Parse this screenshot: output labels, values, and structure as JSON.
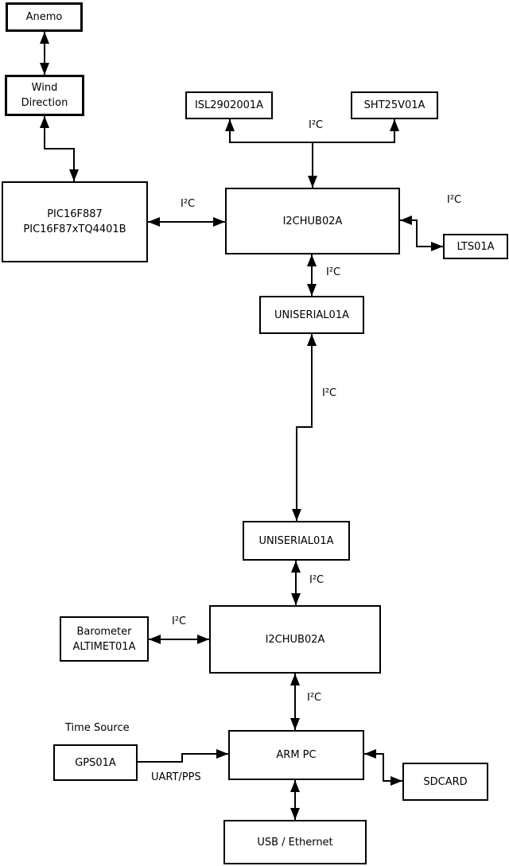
{
  "diagram": {
    "nodes": {
      "anemo": {
        "label": "Anemo"
      },
      "wind_direction": {
        "label": "Wind\nDirection"
      },
      "pic": {
        "label": "PIC16F887\nPIC16F87xTQ4401B"
      },
      "isl": {
        "label": "ISL2902001A"
      },
      "sht": {
        "label": "SHT25V01A"
      },
      "i2chub_top": {
        "label": "I2CHUB02A"
      },
      "lts": {
        "label": "LTS01A"
      },
      "uniserial_top": {
        "label": "UNISERIAL01A"
      },
      "uniserial_bottom": {
        "label": "UNISERIAL01A"
      },
      "barometer": {
        "label": "Barometer\nALTIMET01A"
      },
      "i2chub_bottom": {
        "label": "I2CHUB02A"
      },
      "arm_pc": {
        "label": "ARM PC"
      },
      "gps": {
        "label": "GPS01A"
      },
      "sdcard": {
        "label": "SDCARD"
      },
      "usb_ethernet": {
        "label": "USB / Ethernet"
      }
    },
    "edge_labels": {
      "i2c_sensors": "I²C",
      "i2c_pic": "I²C",
      "i2c_lts": "I²C",
      "i2c_hub_serial": "I²C",
      "i2c_long": "I²C",
      "i2c_serial_hub2": "I²C",
      "i2c_barometer": "I²C",
      "i2c_armpc": "I²C",
      "uart_pps": "UART/PPS",
      "time_source": "Time Source"
    },
    "colors": {
      "line": "#000000",
      "box_border": "#000000",
      "box_background": "#ffffff",
      "canvas_background": "#ffffff",
      "text": "#000000"
    }
  }
}
